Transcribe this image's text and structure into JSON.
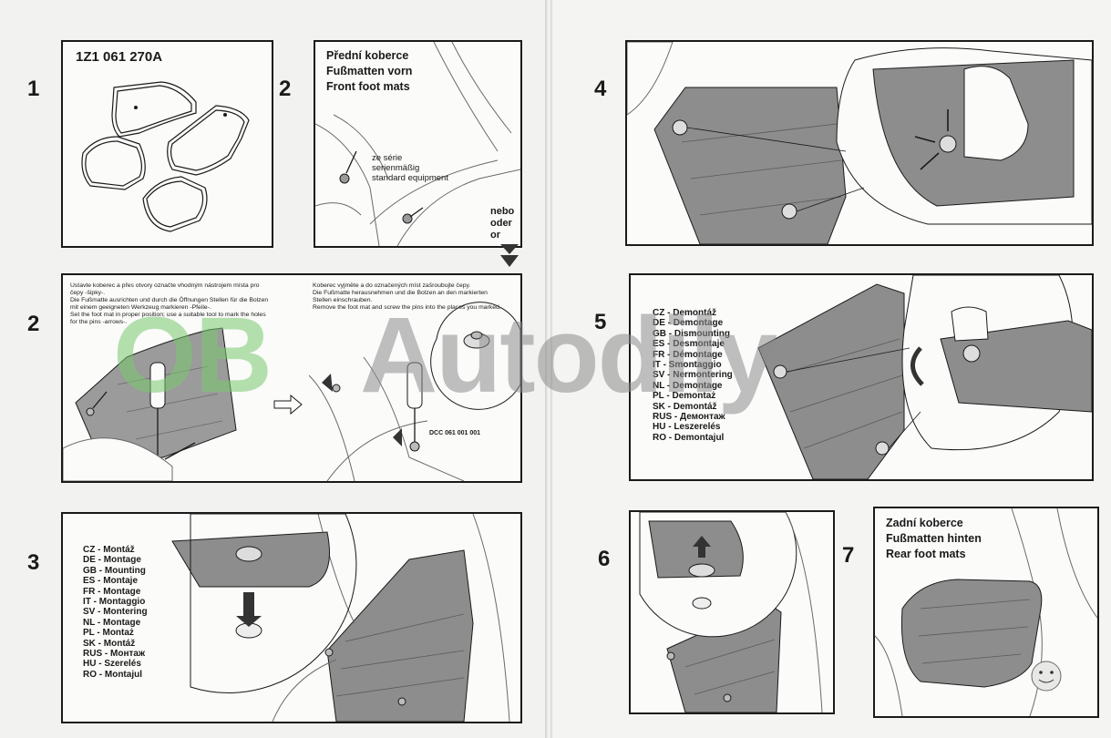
{
  "steps": {
    "s1": "1",
    "s2a": "2",
    "s2b": "2",
    "s3": "3",
    "s4": "4",
    "s5": "5",
    "s6": "6",
    "s7": "7"
  },
  "panel1": {
    "part_number": "1Z1 061 270A"
  },
  "panel2": {
    "title": [
      "Přední koberce",
      "Fußmatten vorn",
      "Front foot mats"
    ],
    "note": [
      "ze série",
      "serienmäßig",
      "standard equipment"
    ]
  },
  "alternatives": [
    "nebo",
    "oder",
    "or"
  ],
  "panel2b": {
    "left_text": [
      "Ustavte koberec a přes otvory označte vhodným nástrojem místa pro",
      "čepy -šipky-.",
      "Die Fußmatte ausrichten und durch die Öffnungen Stellen für die Bolzen",
      "mit einem geeigneten Werkzeug markieren -Pfeile-.",
      "Set the foot mat in proper position; use a suitable tool to mark the holes",
      "for the pins -arrows-."
    ],
    "right_text": [
      "Koberec vyjměte a do označených míst zašroubujte čepy.",
      "Die Fußmatte herausnehmen und die Bolzen an den markierten",
      "Stellen einschrauben.",
      "Remove the foot mat and screw the pins into the places you marked."
    ],
    "part_code": "DCC 061 001 001"
  },
  "panel3": {
    "languages": [
      "CZ - Montáž",
      "DE - Montage",
      "GB - Mounting",
      "ES - Montaje",
      "FR - Montage",
      "IT  - Montaggio",
      "SV - Montering",
      "NL - Montage",
      "PL - Montaż",
      "SK - Montáž",
      "RUS - Монтаж",
      "HU - Szerelés",
      "RO - Montajul"
    ]
  },
  "panel5": {
    "languages": [
      "CZ - Demontáž",
      "DE - Demontage",
      "GB - Dismounting",
      "ES - Desmontaje",
      "FR - Démontage",
      "IT  - Smontaggio",
      "SV - Nermontering",
      "NL - Demontage",
      "PL - Demontaż",
      "SK - Demontáž",
      "RUS - Демонтаж",
      "HU - Leszerelés",
      "RO - Demontajul"
    ]
  },
  "panel7": {
    "title": [
      "Zadní koberce",
      "Fußmatten hinten",
      "Rear foot mats"
    ]
  },
  "watermark": {
    "green": "OB",
    "gray": "Autodily"
  },
  "colors": {
    "ink": "#1a1a1a",
    "mat": "#8d8d8d",
    "paper": "#f2f2f0",
    "watermark_green": "#78c86e"
  }
}
